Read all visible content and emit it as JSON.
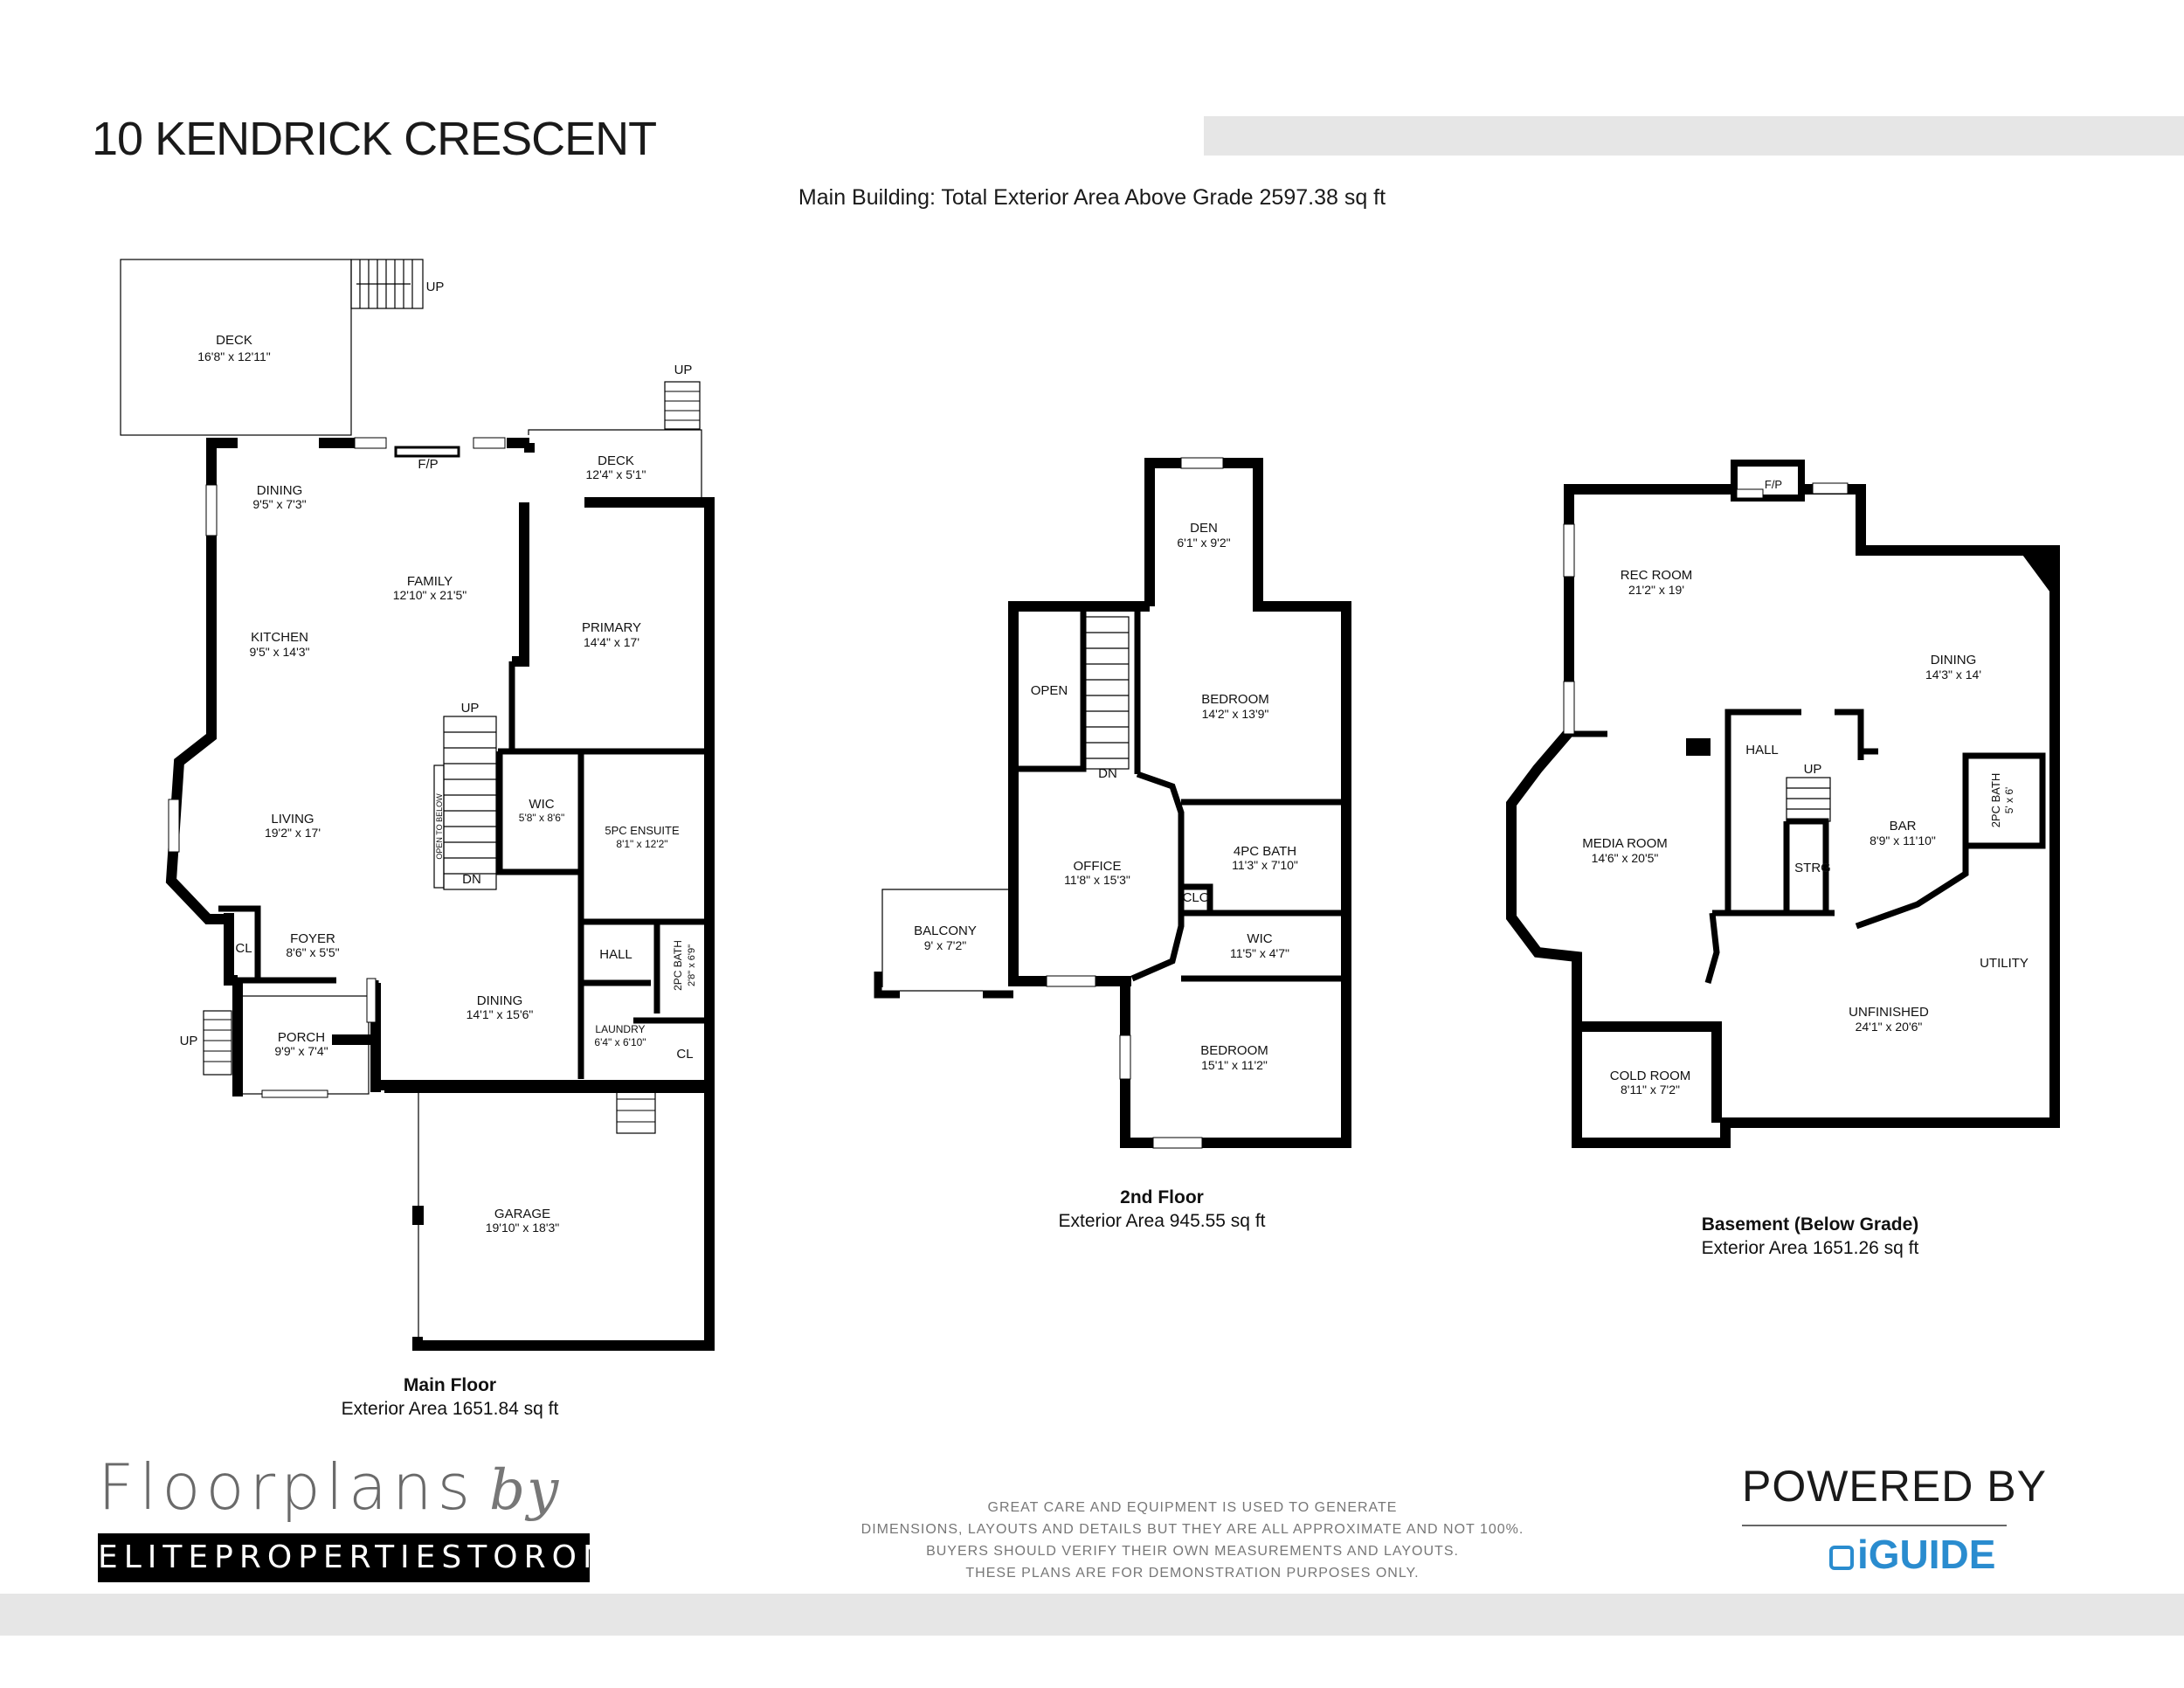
{
  "header": {
    "title": "10 KENDRICK CRESCENT",
    "subtitle": "Main Building: Total Exterior Area Above Grade 2597.38 sq ft"
  },
  "main_floor": {
    "name": "Main Floor",
    "area": "Exterior Area 1651.84 sq ft",
    "up_label": "UP",
    "dn_label": "DN",
    "fp_label": "F/P",
    "open_to_below": "OPEN TO BELOW",
    "rooms": {
      "deck1": {
        "name": "DECK",
        "dim": "16'8\" x 12'11\""
      },
      "deck2": {
        "name": "DECK",
        "dim": "12'4\" x 5'1\""
      },
      "dining1": {
        "name": "DINING",
        "dim": "9'5\" x 7'3\""
      },
      "family": {
        "name": "FAMILY",
        "dim": "12'10\" x 21'5\""
      },
      "kitchen": {
        "name": "KITCHEN",
        "dim": "9'5\" x 14'3\""
      },
      "primary": {
        "name": "PRIMARY",
        "dim": "14'4\" x 17'"
      },
      "living": {
        "name": "LIVING",
        "dim": "19'2\" x 17'"
      },
      "wic": {
        "name": "WIC",
        "dim": "5'8\" x 8'6\""
      },
      "ensuite": {
        "name": "5PC ENSUITE",
        "dim": "8'1\" x 12'2\""
      },
      "foyer": {
        "name": "FOYER",
        "dim": "8'6\" x 5'5\""
      },
      "cl1": {
        "name": "CL"
      },
      "hall": {
        "name": "HALL"
      },
      "bath2": {
        "name": "2PC BATH",
        "dim": "2'8\" x 6'9\""
      },
      "porch": {
        "name": "PORCH",
        "dim": "9'9\" x 7'4\""
      },
      "dining2": {
        "name": "DINING",
        "dim": "14'1\" x 15'6\""
      },
      "laundry": {
        "name": "LAUNDRY",
        "dim": "6'4\" x 6'10\""
      },
      "cl2": {
        "name": "CL"
      },
      "garage": {
        "name": "GARAGE",
        "dim": "19'10\" x 18'3\""
      }
    }
  },
  "second_floor": {
    "name": "2nd Floor",
    "area": "Exterior Area 945.55 sq ft",
    "dn_label": "DN",
    "rooms": {
      "den": {
        "name": "DEN",
        "dim": "6'1\" x 9'2\""
      },
      "open": {
        "name": "OPEN"
      },
      "bedroom1": {
        "name": "BEDROOM",
        "dim": "14'2\" x 13'9\""
      },
      "office": {
        "name": "OFFICE",
        "dim": "11'8\" x 15'3\""
      },
      "bath4": {
        "name": "4PC BATH",
        "dim": "11'3\" x 7'10\""
      },
      "clo": {
        "name": "CLO"
      },
      "balcony": {
        "name": "BALCONY",
        "dim": "9' x 7'2\""
      },
      "wic": {
        "name": "WIC",
        "dim": "11'5\" x 4'7\""
      },
      "bedroom2": {
        "name": "BEDROOM",
        "dim": "15'1\" x 11'2\""
      }
    }
  },
  "basement": {
    "name": "Basement (Below Grade)",
    "area": "Exterior Area 1651.26 sq ft",
    "up_label": "UP",
    "fp_label": "F/P",
    "rooms": {
      "rec": {
        "name": "REC ROOM",
        "dim": "21'2\" x 19'"
      },
      "dining": {
        "name": "DINING",
        "dim": "14'3\" x 14'"
      },
      "hall": {
        "name": "HALL"
      },
      "media": {
        "name": "MEDIA ROOM",
        "dim": "14'6\" x 20'5\""
      },
      "strg": {
        "name": "STRG"
      },
      "bar": {
        "name": "BAR",
        "dim": "8'9\" x 11'10\""
      },
      "bath2": {
        "name": "2PC BATH",
        "dim": "5' x 6'"
      },
      "utility": {
        "name": "UTILITY"
      },
      "unfinished": {
        "name": "UNFINISHED",
        "dim": "24'1\" x 20'6\""
      },
      "cold": {
        "name": "COLD ROOM",
        "dim": "8'11\" x 7'2\""
      }
    }
  },
  "footer": {
    "brand_script": "Floorplans",
    "brand_by": "by",
    "brand_site": "ELITEPROPERTIESTORONTO.COM",
    "disclaimer": [
      "GREAT CARE AND EQUIPMENT IS USED TO GENERATE",
      "DIMENSIONS, LAYOUTS AND DETAILS BUT THEY ARE ALL APPROXIMATE AND NOT 100%.",
      "BUYERS SHOULD VERIFY THEIR OWN MEASUREMENTS AND LAYOUTS.",
      "THESE PLANS ARE FOR DEMONSTRATION PURPOSES ONLY."
    ],
    "powered_by": "POWERED BY",
    "iguide": "iGUIDE",
    "iguide_color": "#2a8ccf"
  }
}
